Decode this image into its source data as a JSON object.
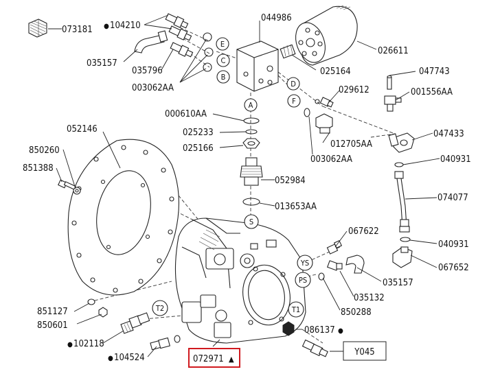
{
  "parts": [
    {
      "id": "p073181",
      "number": "073181",
      "interactable": true
    },
    {
      "id": "p104210",
      "number": "104210",
      "bullet": "●",
      "interactable": true
    },
    {
      "id": "p044986",
      "number": "044986",
      "interactable": true
    },
    {
      "id": "p035157a",
      "number": "035157",
      "interactable": true
    },
    {
      "id": "p026611",
      "number": "026611",
      "interactable": true
    },
    {
      "id": "p035796",
      "number": "035796",
      "interactable": true
    },
    {
      "id": "p025164",
      "number": "025164",
      "interactable": true
    },
    {
      "id": "p047743",
      "number": "047743",
      "interactable": true
    },
    {
      "id": "p003062aa1",
      "number": "003062AA",
      "interactable": true
    },
    {
      "id": "p029612",
      "number": "029612",
      "interactable": true
    },
    {
      "id": "p001556aa",
      "number": "001556AA",
      "interactable": true
    },
    {
      "id": "p000610aa",
      "number": "000610AA",
      "interactable": true
    },
    {
      "id": "p052146",
      "number": "052146",
      "interactable": true
    },
    {
      "id": "p025233",
      "number": "025233",
      "interactable": true
    },
    {
      "id": "p047433",
      "number": "047433",
      "interactable": true
    },
    {
      "id": "p025166",
      "number": "025166",
      "interactable": true
    },
    {
      "id": "p012705aa",
      "number": "012705AA",
      "interactable": true
    },
    {
      "id": "p850260",
      "number": "850260",
      "interactable": true
    },
    {
      "id": "p003062aa2",
      "number": "003062AA",
      "interactable": true
    },
    {
      "id": "p040931a",
      "number": "040931",
      "interactable": true
    },
    {
      "id": "p851388",
      "number": "851388",
      "interactable": true
    },
    {
      "id": "p052984",
      "number": "052984",
      "interactable": true
    },
    {
      "id": "p074077",
      "number": "074077",
      "interactable": true
    },
    {
      "id": "p013653aa",
      "number": "013653AA",
      "interactable": true
    },
    {
      "id": "p067622",
      "number": "067622",
      "interactable": true
    },
    {
      "id": "p040931b",
      "number": "040931",
      "interactable": true
    },
    {
      "id": "p067652",
      "number": "067652",
      "interactable": true
    },
    {
      "id": "p035157b",
      "number": "035157",
      "interactable": true
    },
    {
      "id": "p035132",
      "number": "035132",
      "interactable": true
    },
    {
      "id": "p851127",
      "number": "851127",
      "interactable": true
    },
    {
      "id": "p850288",
      "number": "850288",
      "interactable": true
    },
    {
      "id": "p850601",
      "number": "850601",
      "interactable": true
    },
    {
      "id": "p086137",
      "number": "086137",
      "bullet": "●",
      "interactable": true
    },
    {
      "id": "p102118",
      "number": "102118",
      "bullet": "●",
      "interactable": true
    },
    {
      "id": "p104524",
      "number": "104524",
      "bullet": "●",
      "interactable": true
    }
  ],
  "circled_labels": [
    "E",
    "C",
    "B",
    "D",
    "A",
    "F",
    "S",
    "YS",
    "PS",
    "T2",
    "T1"
  ],
  "highlighted_part": {
    "number": "072971",
    "symbol": "▲",
    "box_color": "#d0191e"
  },
  "boxed_label": {
    "text": "Y045"
  }
}
